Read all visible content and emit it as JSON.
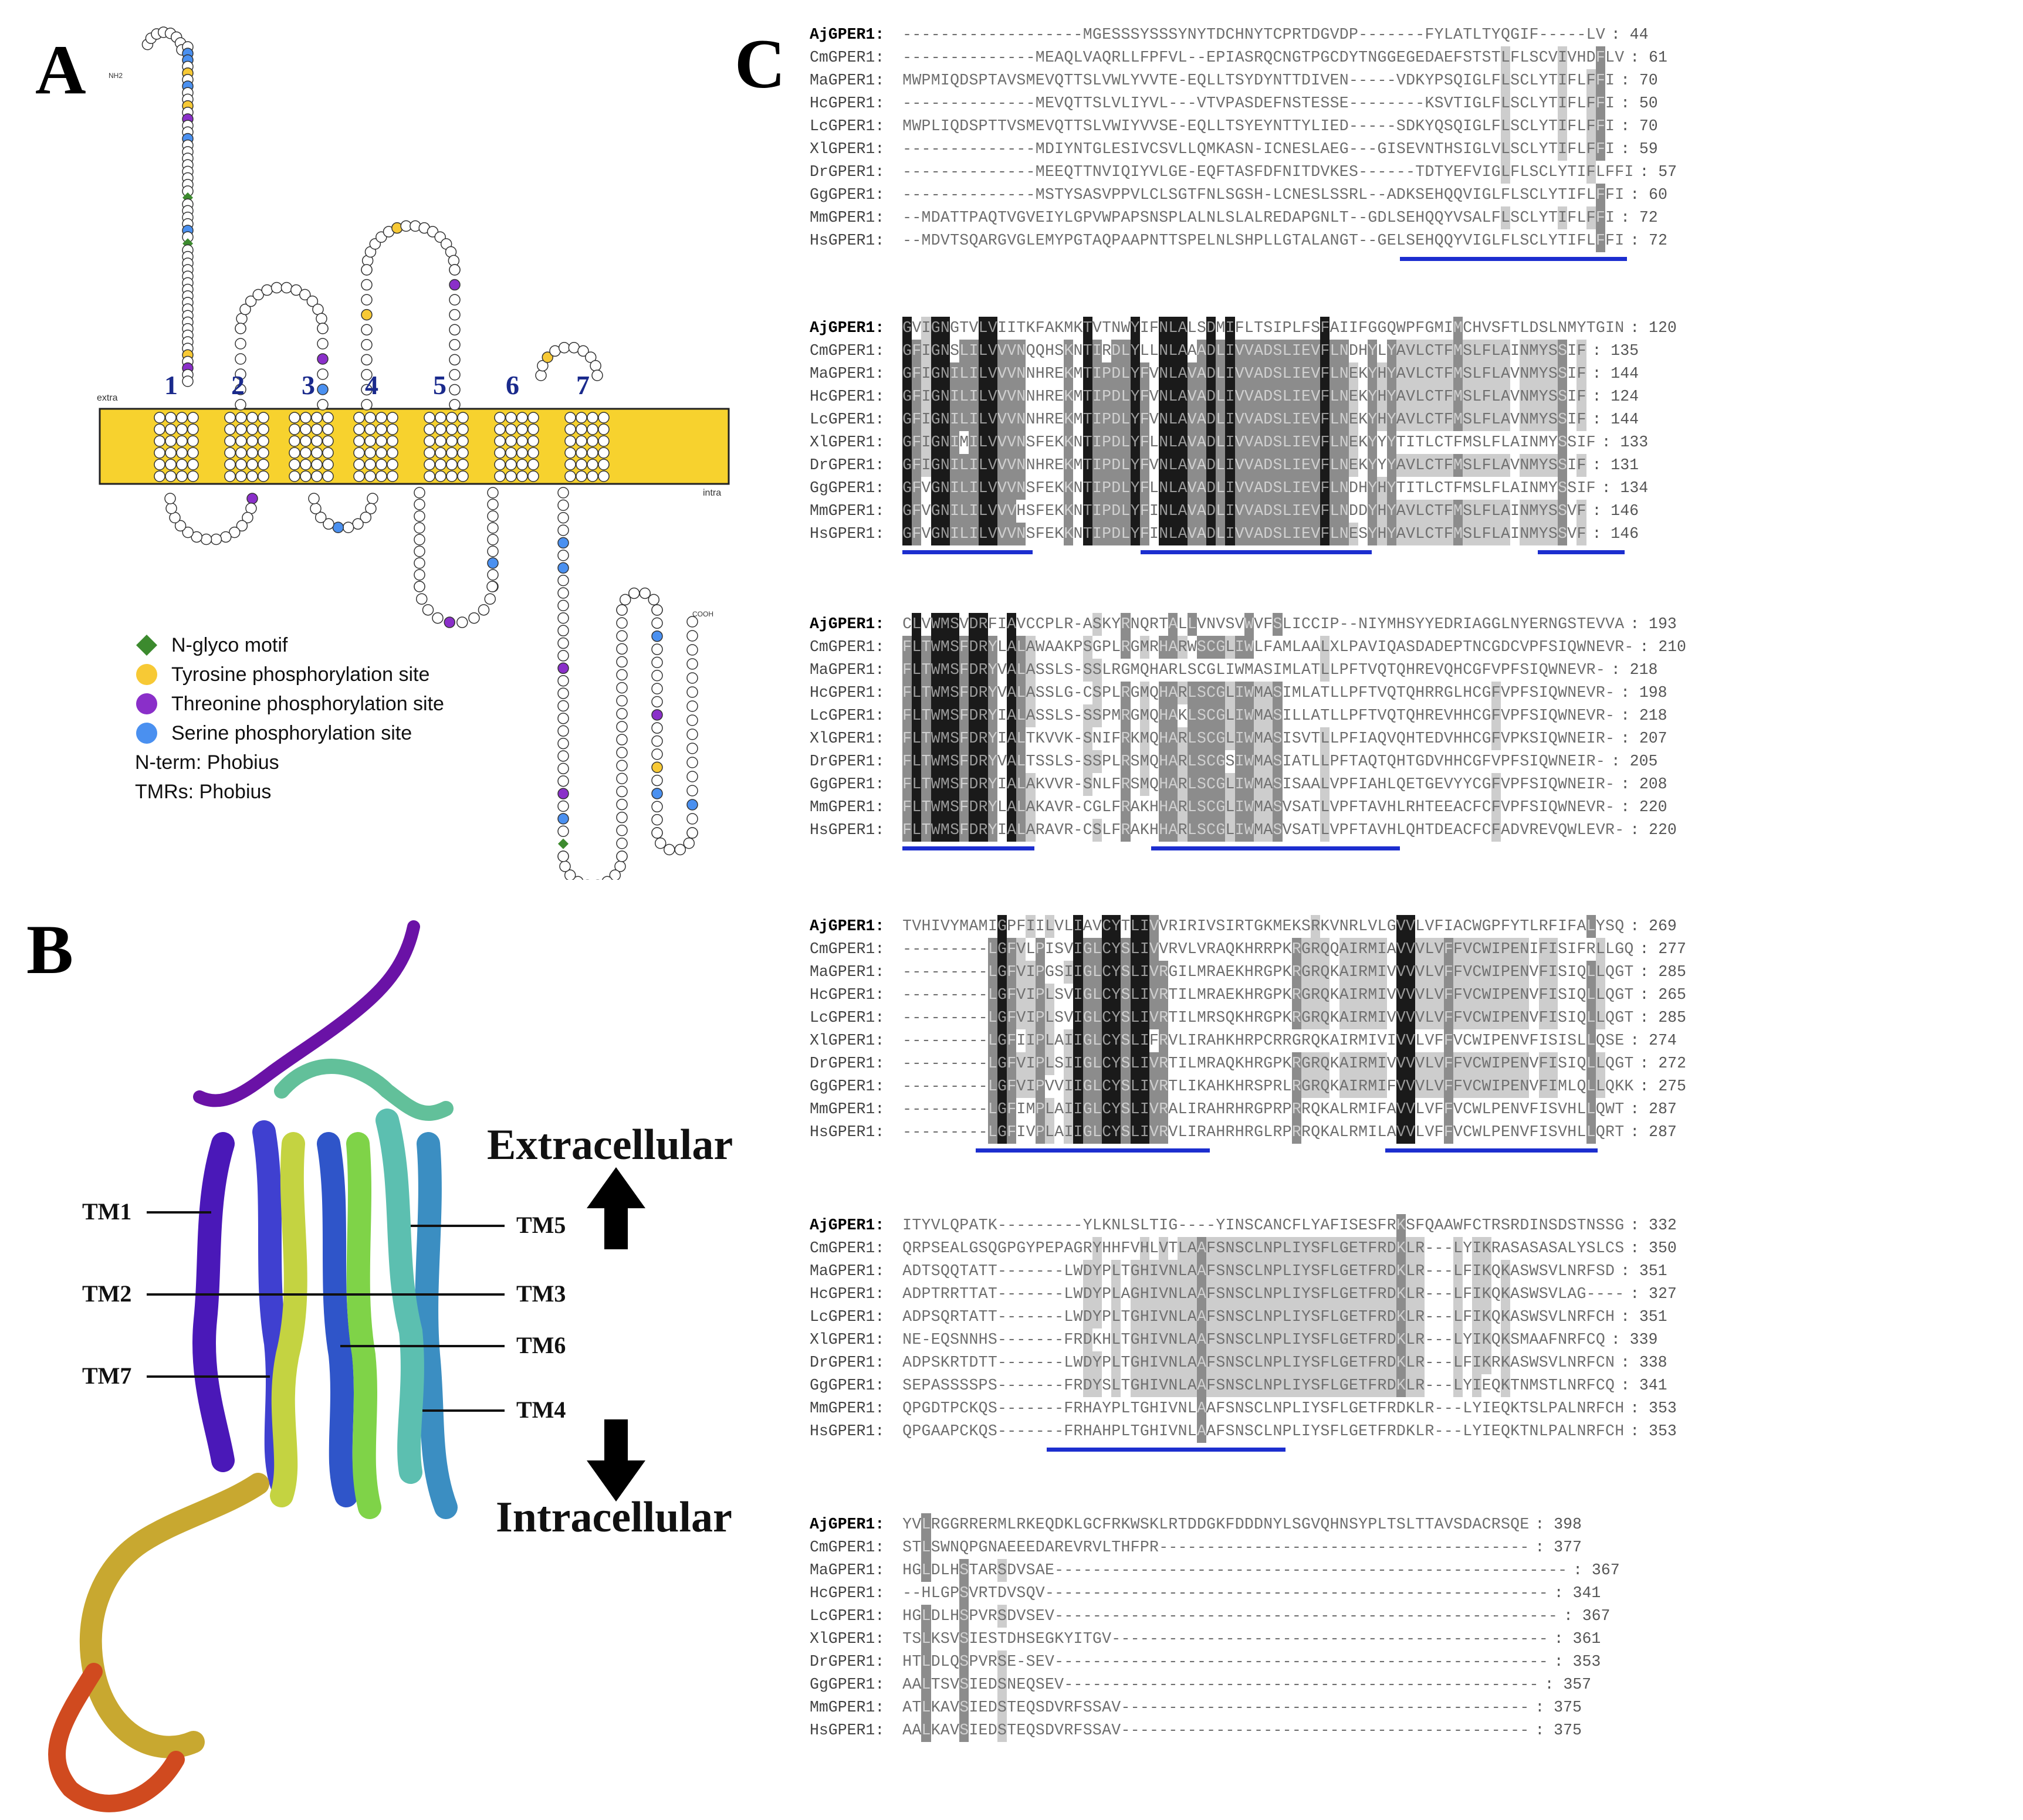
{
  "panels": {
    "A": {
      "letter": "A",
      "membrane": {
        "extra_label": "extra",
        "intra_label": "intra",
        "color": "#f7d22e"
      },
      "tm_numbers": [
        "1",
        "2",
        "3",
        "4",
        "5",
        "6",
        "7"
      ],
      "nterm_label": "NH2",
      "cterm_label": "COOH",
      "legend": [
        {
          "label": "N-glyco motif",
          "color": "#3c8a2e",
          "shape": "diamond"
        },
        {
          "label": "Tyrosine phosphorylation site",
          "color": "#f7c935",
          "shape": "circle"
        },
        {
          "label": "Threonine phosphorylation site",
          "color": "#8a2fc9",
          "shape": "circle"
        },
        {
          "label": "Serine phosphorylation site",
          "color": "#4a90f0",
          "shape": "circle"
        }
      ],
      "notes": [
        "N-term: Phobius",
        "TMRs: Phobius"
      ]
    },
    "B": {
      "letter": "B",
      "helix_labels": [
        "TM1",
        "TM2",
        "TM7",
        "TM5",
        "TM3",
        "TM6",
        "TM4"
      ],
      "extracellular": "Extracellular",
      "intracellular": "Intracellular",
      "helix_colors": [
        "#5b10a8",
        "#3a2fc8",
        "#3f63d9",
        "#55c46a",
        "#7fd348",
        "#5aa9c9",
        "#3b8ec2",
        "#c8c334",
        "#d3a22a",
        "#d24a1f"
      ]
    },
    "C": {
      "letter": "C",
      "blocks": [
        {
          "rows": [
            {
              "name": "AjGPER1:",
              "seq": "-------------------MGESSSYSSSYNYTDCHNYTCPRTDGVDP-------FYLATLTYQGIF-----LV",
              "end": "44"
            },
            {
              "name": "CmGPER1:",
              "seq": "--------------MEAQLVAQRLLFPFVL--EPIASRQCNGTPGCDYTNGGEGEDAEFSTSTLFLSCVIVHDFLV",
              "end": "61"
            },
            {
              "name": "MaGPER1:",
              "seq": "MWPMIQDSPTAVSMEVQTTSLVWLYVVTE-EQLLTSYDYNTTDIVEN-----VDKYPSQIGLFLSCLYTIFLFFI",
              "end": "70"
            },
            {
              "name": "HcGPER1:",
              "seq": "--------------MEVQTTSLVLIYVL---VTVPASDEFNSTESSE--------KSVTIGLFLSCLYTIFLFFI",
              "end": "50"
            },
            {
              "name": "LcGPER1:",
              "seq": "MWPLIQDSPTTVSMEVQTTSLVWIYVVSE-EQLLTSYEYNTTYLIED-----SDKYQSQIGLFLSCLYTIFLFFI",
              "end": "70"
            },
            {
              "name": "XlGPER1:",
              "seq": "--------------MDIYNTGLESIVCSVLLQMKASN-ICNESLAEG---GISEVNTHSIGLVLSCLYTIFLFFI",
              "end": "59"
            },
            {
              "name": "DrGPER1:",
              "seq": "--------------MEEQTTNVIQIYVLGE-EQFTASFDFNITDVKES------TDTYEFVIGLFLSCLYTIFLFFI",
              "end": "57"
            },
            {
              "name": "GgGPER1:",
              "seq": "--------------MSTYSASVPPVLCLSGTFNLSGSH-LCNESLSSRL--ADKSEHQQVIGLFLSCLYTIFLFFI",
              "end": "60"
            },
            {
              "name": "MmGPER1:",
              "seq": "--MDATTPAQTVGVEIYLGPVWPAPSNSPLALNLSLALREDAPGNLT--GDLSEHQQYVSALFLSCLYTIFLFFI",
              "end": "72"
            },
            {
              "name": "HsGPER1:",
              "seq": "--MDVTSQARGVGLEMYPGTAQPAAPNTTSPELNLSHPLLGTALANGT--GELSEHQQYVIGLFLSCLYTIFLFFI",
              "end": "72"
            }
          ],
          "bars": [
            [
              0.68,
              0.99
            ]
          ]
        },
        {
          "rows": [
            {
              "name": "AjGPER1:",
              "seq": "GVIGNGTVLVIITKFAKMKTVTNWYIFNLALSDMIFLTSIPLFSFAIIFGGQWPFGMIMCHVSFTLDSLNMYTGIN",
              "end": "120"
            },
            {
              "name": "CmGPER1:",
              "seq": "GFIGNSLILVVVNQQHSKNTIRDLYLLNLAAADLIVVADSLIEVFLNDHYLYAVLCTFMSLFLAINMYSSIF",
              "end": "135"
            },
            {
              "name": "MaGPER1:",
              "seq": "GFIGNILILVVVNNHREKMTIPDLYFVNLAVADLIVVADSLIEVFLNEKYHYAVLCTFMSLFLAVNMYSSIF",
              "end": "144"
            },
            {
              "name": "HcGPER1:",
              "seq": "GFIGNILILVVVNNHREKMTIPDLYFVNLAVADLIVVADSLIEVFLNEKYHYAVLCTFMSLFLAVNMYSSIF",
              "end": "124"
            },
            {
              "name": "LcGPER1:",
              "seq": "GFIGNILILVVVNNHREKMTIPDLYFVNLAVADLIVVADSLIEVFLNEKYHYAVLCTFMSLFLAVNMYSSIF",
              "end": "144"
            },
            {
              "name": "XlGPER1:",
              "seq": "GFIGNIMILVVVNSFEKKNTIPDLYFLNLAVADLIVVADSLIEVFLNEKYYYTITLCTFMSLFLAINMYSSIF",
              "end": "133"
            },
            {
              "name": "DrGPER1:",
              "seq": "GFIGNILILVVVNNHREKMTIPDLYFVNLAVADLIVVADSLIEVFLNEKYYYAVLCTFMSLFLAVNMYSSIF",
              "end": "131"
            },
            {
              "name": "GgGPER1:",
              "seq": "GFVGNILILVVVNSFEKKNTIPDLYFLNLAVADLIVVADSLIEVFLNDHYHYTITLCTFMSLFLAINMYSSIF",
              "end": "134"
            },
            {
              "name": "MmGPER1:",
              "seq": "GFVGNILILVVVHSFEKKNTIPDLYFINLAVADLIVVADSLIEVFLNDDYHYAVLCTFMSLFLAINMYSSVF",
              "end": "146"
            },
            {
              "name": "HsGPER1:",
              "seq": "GFVGNILILVVVNSFEKKNTIPDLYFINLAVADLIVVADSLIEVFLNESYHYAVLCTFMSLFLAINMYSSVF",
              "end": "146"
            }
          ],
          "bars": [
            [
              0.0,
              0.18
            ],
            [
              0.33,
              0.65
            ],
            [
              0.88,
              1.0
            ]
          ]
        },
        {
          "rows": [
            {
              "name": "AjGPER1:",
              "seq": "CLVWMSVDRFIAVCCPLR-ASKYRNQRTALLVNVSVWVFSLICCIP--NIYMHSYYEDRIAGGLNYERNGSTEVVA",
              "end": "193"
            },
            {
              "name": "CmGPER1:",
              "seq": "FLTWMSFDRYLALAWAAKPSGPLRGMRHARWSCGLIWLFAMLAALXLPAVIQASDADEPTNCGDCVPFSIQWNEVR-",
              "end": "210"
            },
            {
              "name": "MaGPER1:",
              "seq": "FLTWMSFDRYVALASSLS-SSLRGMQHARLSCGLIWMASIMLATLLPFTVQTQHREVQHCGFVPFSIQWNEVR-",
              "end": "218"
            },
            {
              "name": "HcGPER1:",
              "seq": "FLTWMSFDRYVALASSLG-CSPLRGMQHARLSCGLIWMASIMLATLLPFTVQTQHRRGLHCGFVPFSIQWNEVR-",
              "end": "198"
            },
            {
              "name": "LcGPER1:",
              "seq": "FLTWMSFDRYIALASSLS-SSPMRGMQHAKLSCGLIWMASILLATLLPFTVQTQHREVHHCGFVPFSIQWNEVR-",
              "end": "218"
            },
            {
              "name": "XlGPER1:",
              "seq": "FLTWMSFDRYIALTKVVK-SNIFRKMQHARLSCGLIWMASISVTLLPFIAQVQHTEDVHHCGFVPKSIQWNEIR-",
              "end": "207"
            },
            {
              "name": "DrGPER1:",
              "seq": "FLTWMSFDRYVALTSSLS-SSPLRSMQHARLSCGSIWMASIATLLPFTAQTQHTGDVHHCGFVPFSIQWNEIR-",
              "end": "205"
            },
            {
              "name": "GgGPER1:",
              "seq": "FLTWMSFDRYIALAKVVR-SNLFRSMQHARLSCGLIWMASISAALVPFIAHLQETGEVYYCGFVPFSIQWNEIR-",
              "end": "208"
            },
            {
              "name": "MmGPER1:",
              "seq": "FLTWMSFDRYLALAKAVR-CGLFRAKHHARLSCGLIWMASVSATLVPFTAVHLRHTEEACFCFVPFSIQWNEVR-",
              "end": "220"
            },
            {
              "name": "HsGPER1:",
              "seq": "FLTWMSFDRYIALARAVR-CSLFRAKHHARLSCGLIWMASVSATLVPFTAVHLQHTDEACFCFADVREVQWLEVR-",
              "end": "220"
            }
          ],
          "bars": [
            [
              0.0,
              0.18
            ],
            [
              0.34,
              0.68
            ]
          ]
        },
        {
          "rows": [
            {
              "name": "AjGPER1:",
              "seq": "TVHIVYMAMIGPFIILVLIAVCYTLIVVRIRIVSIRTGKMEKSRKVNRLVLGVVLVFIACWGPFYTLRFIFALYSQ",
              "end": "269"
            },
            {
              "name": "CmGPER1:",
              "seq": "---------LGFVLPISVIGLCYSLIVVRVLVRAQKHRRPKRGRQQAIRMIAVVVLVFFVCWIPENIFISIFRLLGQ",
              "end": "277"
            },
            {
              "name": "MaGPER1:",
              "seq": "---------LGFVIPGSIIGLCYSLIVRGILMRAEKHRGPKRGRQKAIRMIVVVVLVFFVCWIPENVFISIQLLQGT",
              "end": "285"
            },
            {
              "name": "HcGPER1:",
              "seq": "---------LGFVIPLSVIGLCYSLIVRTILMRAEKHRGPKRGRQKAIRMIVVVVLVFFVCWIPENVFISIQLLQGT",
              "end": "265"
            },
            {
              "name": "LcGPER1:",
              "seq": "---------LGFVIPLSVIGLCYSLIVRTILMRSQKHRGPKRGRQKAIRMIVVVVLVFFVCWIPENVFISIQLLQGT",
              "end": "285"
            },
            {
              "name": "XlGPER1:",
              "seq": "---------LGFIIPLAIIGLCYSLIFRVLIRAHKHRPCRRGRQKAIRMIVIVVLVFFVCWIPENVFISISLLQSE",
              "end": "274"
            },
            {
              "name": "DrGPER1:",
              "seq": "---------LGFVIPLSIIGLCYSLIVRTILMRAQKHRGPKRGRQKAIRMIVVVVLVFFVCWIPENVFISIQLLQGT",
              "end": "272"
            },
            {
              "name": "GgGPER1:",
              "seq": "---------LGFVIPVVIIGLCYSLIVRTLIKAHKHRSPRLRGRQKAIRMIFVVVLVFFVCWIPENVFIMLQLLQKK",
              "end": "275"
            },
            {
              "name": "MmGPER1:",
              "seq": "---------LGFIMPLAIIGLCYSLIVRALIRAHRHRGPRPRRQKALRMIFAVVLVFFVCWLPENVFISVHLLQWT",
              "end": "287"
            },
            {
              "name": "HsGPER1:",
              "seq": "---------LGFIVPLAIIGLCYSLIVRVLIRAHRHRGLRPRRQKALRMILAVVLVFFVCWLPENVFISVHLLQRT",
              "end": "287"
            }
          ],
          "bars": [
            [
              0.1,
              0.42
            ],
            [
              0.66,
              0.95
            ]
          ]
        },
        {
          "rows": [
            {
              "name": "AjGPER1:",
              "seq": "ITYVLQPATK---------YLKNLSLTIG----YINSCANCFLYAFISESFRKSFQAAWFCTRSRDINSDSTNSSG",
              "end": "332"
            },
            {
              "name": "CmGPER1:",
              "seq": "QRPSEALGSQGPGYPEPAGRYHHFVHLVTLAAFSNSCLNPLIYSFLGETFRDKLR---LYIKRASASASALYSLCS",
              "end": "350"
            },
            {
              "name": "MaGPER1:",
              "seq": "ADTSQQTATT-------LWDYPLTGHIVNLAAFSNSCLNPLIYSFLGETFRDKLR---LFIKQKASWSVLNRFSD",
              "end": "351"
            },
            {
              "name": "HcGPER1:",
              "seq": "ADPTRRTTAT-------LWDYPLAGHIVNLAAFSNSCLNPLIYSFLGETFRDKLR---LFIKQKASWSVLAG----",
              "end": "327"
            },
            {
              "name": "LcGPER1:",
              "seq": "ADPSQRTATT-------LWDYPLTGHIVNLAAFSNSCLNPLIYSFLGETFRDKLR---LFIKQKASWSVLNRFCH",
              "end": "351"
            },
            {
              "name": "XlGPER1:",
              "seq": "NE-EQSNNHS-------FRDKHLTGHIVNLAAFSNSCLNPLIYSFLGETFRDKLR---LYIKQKSMAAFNRFCQ",
              "end": "339"
            },
            {
              "name": "DrGPER1:",
              "seq": "ADPSKRTDTT-------LWDYPLTGHIVNLAAFSNSCLNPLIYSFLGETFRDKLR---LFIKRKASWSVLNRFCN",
              "end": "338"
            },
            {
              "name": "GgGPER1:",
              "seq": "SEPASSSSPS-------FRDYSLTGHIVNLAAFSNSCLNPLIYSFLGETFRDKLR---LYIEQKTNMSTLNRFCQ",
              "end": "341"
            },
            {
              "name": "MmGPER1:",
              "seq": "QPGDTPCKQS-------FRHAYPLTGHIVNLAAFSNSCLNPLIYSFLGETFRDKLR---LYIEQKTSLPALNRFCH",
              "end": "353"
            },
            {
              "name": "HsGPER1:",
              "seq": "QPGAAPCKQS-------FRHAHPLTGHIVNLAAFSNSCLNPLIYSFLGETFRDKLR---LYIEQKTNLPALNRFCH",
              "end": "353"
            }
          ],
          "bars": [
            [
              0.2,
              0.53
            ]
          ]
        },
        {
          "rows": [
            {
              "name": "AjGPER1:",
              "seq": "YVLRGGRRERMLRKEQDKLGCFRKWSKLRTDDGKFDDDNYLSGVQHNSYPLTSLTTAVSDACRSQE",
              "end": "398"
            },
            {
              "name": "CmGPER1:",
              "seq": "STLSWNQPGNAEEEDAREVRVLTHFPR---------------------------------------",
              "end": "377"
            },
            {
              "name": "MaGPER1:",
              "seq": "HGLDLHSTARSDVSAE------------------------------------------------------",
              "end": "367"
            },
            {
              "name": "HcGPER1:",
              "seq": "--HLGPSVRTDVSQV-----------------------------------------------------",
              "end": "341"
            },
            {
              "name": "LcGPER1:",
              "seq": "HGLDLHSPVRSDVSEV-----------------------------------------------------",
              "end": "367"
            },
            {
              "name": "XlGPER1:",
              "seq": "TSLKSVSIESTDHSEGKYITGV----------------------------------------------",
              "end": "361"
            },
            {
              "name": "DrGPER1:",
              "seq": "HTLDLQSPVRSE-SEV----------------------------------------------------",
              "end": "353"
            },
            {
              "name": "GgGPER1:",
              "seq": "AALTSVSIEDSNEQSEV--------------------------------------------------",
              "end": "357"
            },
            {
              "name": "MmGPER1:",
              "seq": "ATLKAVSIEDSTEQSDVRFSSAV-------------------------------------------",
              "end": "375"
            },
            {
              "name": "HsGPER1:",
              "seq": "AALKAVSIEDSTEQSDVRFSSAV-------------------------------------------",
              "end": "375"
            }
          ],
          "bars": []
        }
      ]
    }
  }
}
